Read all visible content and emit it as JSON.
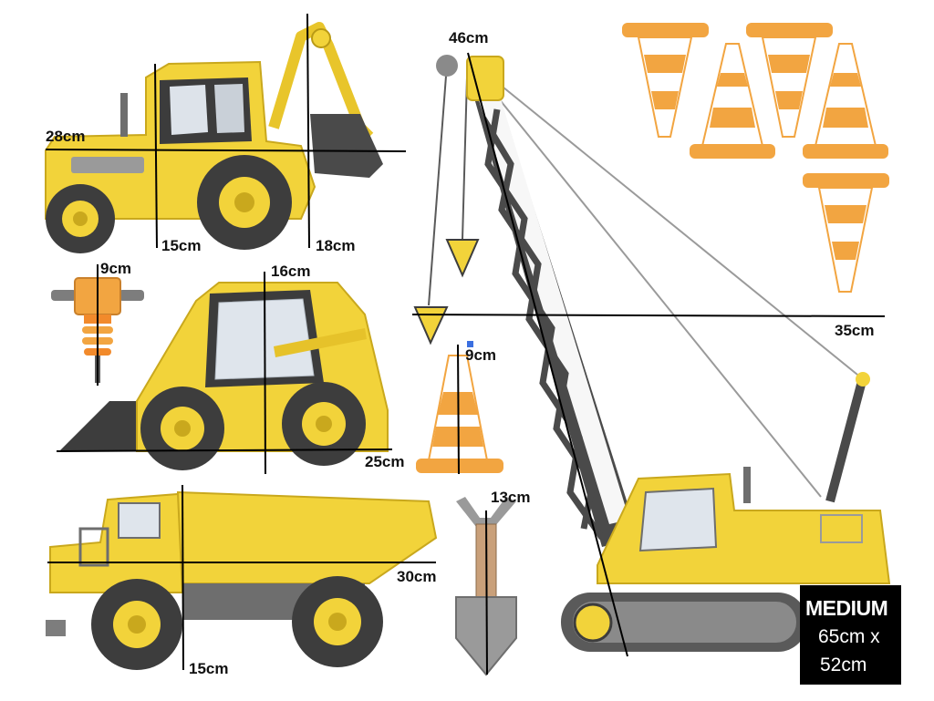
{
  "labels": {
    "backhoe_width": "28cm",
    "backhoe_height_a": "15cm",
    "backhoe_height_b": "18cm",
    "jackhammer": "9cm",
    "skidsteer_height": "16cm",
    "skidsteer_width": "25cm",
    "dumptruck_width": "30cm",
    "dumptruck_height": "15cm",
    "crane_height": "46cm",
    "crane_width": "35cm",
    "small_cone": "9cm",
    "shovel": "13cm"
  },
  "size_badge": {
    "title": "MEDIUM",
    "line1": "65cm x",
    "line2": "52cm"
  },
  "colors": {
    "yellow": "#f2d33a",
    "yellow_dark": "#d9b51d",
    "gray": "#7d7d7d",
    "dark": "#3a3a3a",
    "orange": "#f2a541",
    "black": "#000000"
  }
}
